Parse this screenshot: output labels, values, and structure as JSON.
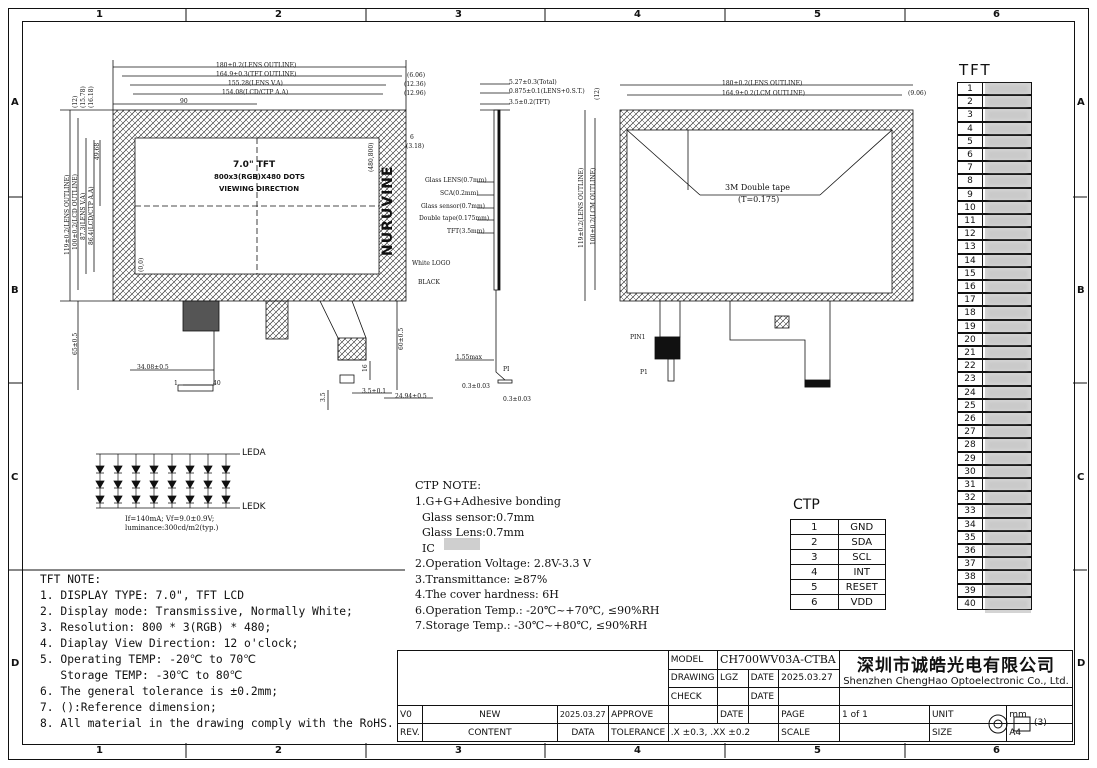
{
  "columns": [
    "1",
    "2",
    "3",
    "4",
    "5",
    "6"
  ],
  "rows": [
    "A",
    "B",
    "C",
    "D"
  ],
  "front_view": {
    "dims_top": [
      "180±0.2(LENS OUTLINE)",
      "164.9±0.3(TFT OUTLINE)",
      "155.28(LENS V.A)",
      "154.08(LCD/CTP A.A)"
    ],
    "dims_right_top": [
      "(6.06)",
      "(12.36)",
      "(12.96)"
    ],
    "dim_90": "90",
    "dim_6": "6",
    "dim_318": "(3.18)",
    "dims_left": [
      "119±0.2(LENS OUTLINE)",
      "100±0.2(LCD OUTLINE)",
      "87.3(LENS V.A)",
      "86.4(LCD/CTP A.A)"
    ],
    "dim_4968": "49.68",
    "dims_left_top": [
      "(12)",
      "(15.78)",
      "(16.18)"
    ],
    "coord_00": "(0,0)",
    "coord_480": "(480,800)",
    "title": "7.0\" TFT",
    "res": "800x3(RGB)X480 DOTS",
    "view": "VIEWING DIRECTION",
    "brand": "NURUVINE",
    "white_logo": "White LOGO",
    "black": "BLACK",
    "dim_65": "65±0.5",
    "dim_60": "60±0.5",
    "dim_3408": "34.08±0.5",
    "dim_16": "16",
    "dim_35": "3.5",
    "dim_3501": "3.5±0.1",
    "dim_2494": "24.94±0.5",
    "fpc_lbl1": "1",
    "fpc_lbl2": "40"
  },
  "side_view": {
    "dims": [
      "5.27±0.3(Total)",
      "0.875±0.1(LENS+0.S.T.)",
      "3.5±0.2(TFT)"
    ],
    "layers": [
      "Glass LENS(0.7mm)",
      "SCA(0.2mm)",
      "Glass sensor(0.7mm)",
      "Double tape(0.175mm)",
      "TFT(3.5mm)"
    ],
    "dim_155": "1.55max",
    "pi": "PI",
    "fpc_a": "0.3±0.03",
    "fpc_b": "0.3±0.03"
  },
  "back_view": {
    "dims_top": [
      "180±0.2(LENS OUTLINE)",
      "164.9±0.2(LCM OUTLINE)"
    ],
    "dim_right": "(9.06)",
    "dim_12": "(12)",
    "dims_left": [
      "119±0.2(LENS OUTLINE)",
      "100±0.2(LCM OUTLINE)"
    ],
    "tape": "3M Double tape",
    "tape_t": "(T=0.175)",
    "pin1": "PIN1",
    "p1": "P1"
  },
  "led": {
    "leda": "LEDA",
    "ledk": "LEDK",
    "spec1": "If=140mA; Vf=9.0±0.9V;",
    "spec2": "luminance:300cd/m2(typ.)"
  },
  "tft_notes": {
    "heading": "TFT NOTE:",
    "lines": [
      "1. DISPLAY TYPE: 7.0\", TFT LCD",
      "2. Display mode: Transmissive, Normally White;",
      "3. Resolution: 800 * 3(RGB) * 480;",
      "4. Diaplay View Direction: 12 o'clock;",
      "5. Operating TEMP: -20℃ to 70℃",
      "   Storage TEMP: -30℃ to 80℃",
      "6. The general tolerance is ±0.2mm;",
      "7. ():Reference dimension;",
      "8. All material in the drawing comply with the RoHS."
    ]
  },
  "ctp_notes": {
    "heading": "CTP NOTE:",
    "lines": [
      "1.G+G+Adhesive bonding",
      "  Glass sensor:0.7mm",
      "  Glass Lens:0.7mm",
      "  IC",
      "2.Operation Voltage: 2.8V-3.3 V",
      "3.Transmittance: ≥87%",
      "4.The cover hardness: 6H",
      "6.Operation Temp.: -20℃~+70℃, ≤90%RH",
      "7.Storage Temp.: -30℃~+80℃, ≤90%RH"
    ]
  },
  "ctp_table": {
    "title": "CTP",
    "rows": [
      [
        "1",
        "GND"
      ],
      [
        "2",
        "SDA"
      ],
      [
        "3",
        "SCL"
      ],
      [
        "4",
        "INT"
      ],
      [
        "5",
        "RESET"
      ],
      [
        "6",
        "VDD"
      ]
    ]
  },
  "tft_table": {
    "title": "TFT",
    "pins": [
      "1",
      "2",
      "3",
      "4",
      "5",
      "6",
      "7",
      "8",
      "9",
      "10",
      "11",
      "12",
      "13",
      "14",
      "15",
      "16",
      "17",
      "18",
      "19",
      "20",
      "21",
      "22",
      "23",
      "24",
      "25",
      "26",
      "27",
      "28",
      "29",
      "30",
      "31",
      "32",
      "33",
      "34",
      "35",
      "36",
      "37",
      "38",
      "39",
      "40"
    ]
  },
  "title_block": {
    "model_lbl": "MODEL",
    "model": "CH700WV03A-CTBA",
    "drawing_lbl": "DRAWING",
    "drawing": "LGZ",
    "date_lbl": "DATE",
    "drawing_date": "2025.03.27",
    "check_lbl": "CHECK",
    "approve_lbl": "APPROVE",
    "company_cn": "深圳市诚皓光电有限公司",
    "company_en": "Shenzhen ChengHao Optoelectronic Co., Ltd.",
    "rev_v0": "V0",
    "new": "NEW",
    "rev_date": "2025.03.27",
    "rev_lbl": "REV.",
    "content_lbl": "CONTENT",
    "data_lbl": "DATA",
    "tolerance_lbl": "TOLERANCE",
    "tolerance": ".X ±0.3, .XX ±0.2",
    "page_lbl": "PAGE",
    "page": "1 of 1",
    "unit_lbl": "UNIT",
    "unit": "mm",
    "scale_lbl": "SCALE",
    "size_lbl": "SIZE",
    "size": "A4",
    "proj": "(3)"
  },
  "colors": {
    "line": "#111111",
    "hatch": "#333333",
    "blur": "#c9c9c9"
  }
}
